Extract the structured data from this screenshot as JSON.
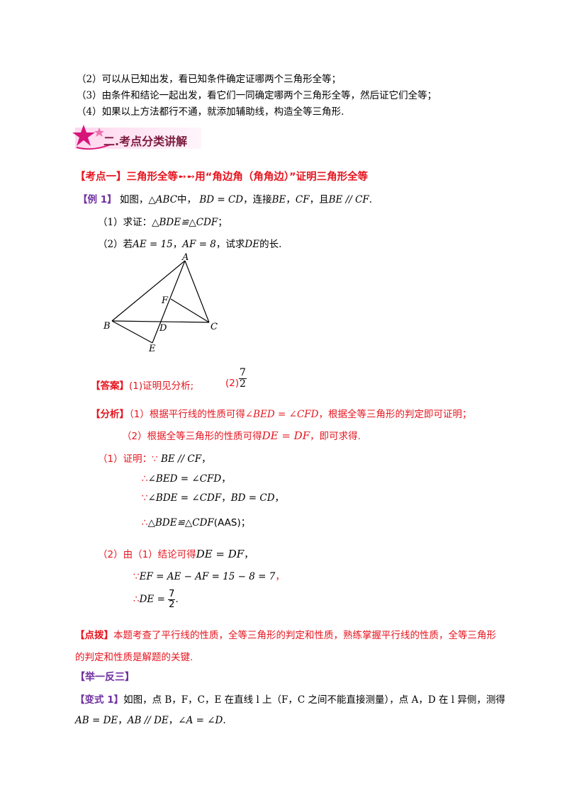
{
  "intro": {
    "line2": "（2）可以从已知出发，看已知条件确定证哪两个三角形全等；",
    "line3": "（3）由条件和结论一起出发，看它们一同确定哪两个三角形全等，然后证它们全等；",
    "line4": "（4）如果以上方法都行不通，就添加辅助线，构造全等三角形."
  },
  "section": {
    "title": "二.考点分类讲解"
  },
  "topic1": {
    "heading": "【考点一】三角形全等➻➻用“角边角（角角边）”证明三角形全等"
  },
  "example1": {
    "tag": "【例 1】",
    "stem": [
      "如图，",
      "△ABC",
      "中，",
      "BD = CD",
      "，连接",
      "BE",
      "，",
      "CF",
      "，且",
      "BE // CF",
      "."
    ],
    "q1": [
      "（1）求证：",
      "△BDE≌△CDF",
      "；"
    ],
    "q2": [
      "（2）若",
      "AE = 15",
      "，",
      "AF = 8",
      "，试求",
      "DE",
      "的长."
    ]
  },
  "figure": {
    "labels": {
      "A": "A",
      "B": "B",
      "C": "C",
      "D": "D",
      "E": "E",
      "F": "F"
    }
  },
  "answer": {
    "tag": "【答案】",
    "part1": "(1)证明见分析;",
    "part2_prefix": "(2)",
    "num": "7",
    "den": "2"
  },
  "analysis": {
    "tag": "【分析】",
    "l1a": "（1）根据平行线的性质可得",
    "l1m": "∠BED = ∠CFD",
    "l1b": "，根据全等三角形的判定即可证明；",
    "l2a": "（2）根据全等三角形的性质可得",
    "l2m": "DE = DF",
    "l2b": "，即可求得."
  },
  "proof1": {
    "l1a": "（1）证明：",
    "l1b": "∵",
    "l1m": " BE // CF",
    "l1c": "，",
    "l2a": "∴",
    "l2m": "∠BED = ∠CFD",
    "l2c": "，",
    "l3a": "∵",
    "l3m": "∠BDE = ∠CDF",
    "l3c": "，",
    "l3m2": "BD = CD",
    "l3d": "，",
    "l4a": "∴",
    "l4m": "△BDE≌△CDF",
    "l4b": "(AAS)",
    "l4c": "；"
  },
  "proof2": {
    "l1a": "（2）由（1）结论可得",
    "l1m": "DE = DF",
    "l1c": "，",
    "l2a": "∵",
    "l2m": "EF = AE − AF = 15 − 8 = 7",
    "l2c": "，",
    "l3a": "∴",
    "l3m": "DE =",
    "num": "7",
    "den": "2",
    "l3c": "."
  },
  "hint": {
    "tag": "【点拨】",
    "l1": "本题考查了平行线的性质，全等三角形的判定和性质，熟练掌握平行线的性质，全等三角形",
    "l2": "的判定和性质是解题的关键."
  },
  "practice": {
    "title": "【举一反三】"
  },
  "variant1": {
    "tag": "【变式 1】",
    "l1": "如图，点 B，F，C，E 在直线 l 上（F，C 之间不能直接测量），点 A，D 在 l 异侧，测得",
    "l2a": "AB = DE",
    "l2b": "，",
    "l2c": "AB // DE",
    "l2d": "，",
    "l2e": "∠A = ∠D",
    "l2f": "."
  },
  "colors": {
    "accent_red": "#e6141e",
    "accent_purple": "#7030a0",
    "banner_pink": "#ffd6ee"
  }
}
